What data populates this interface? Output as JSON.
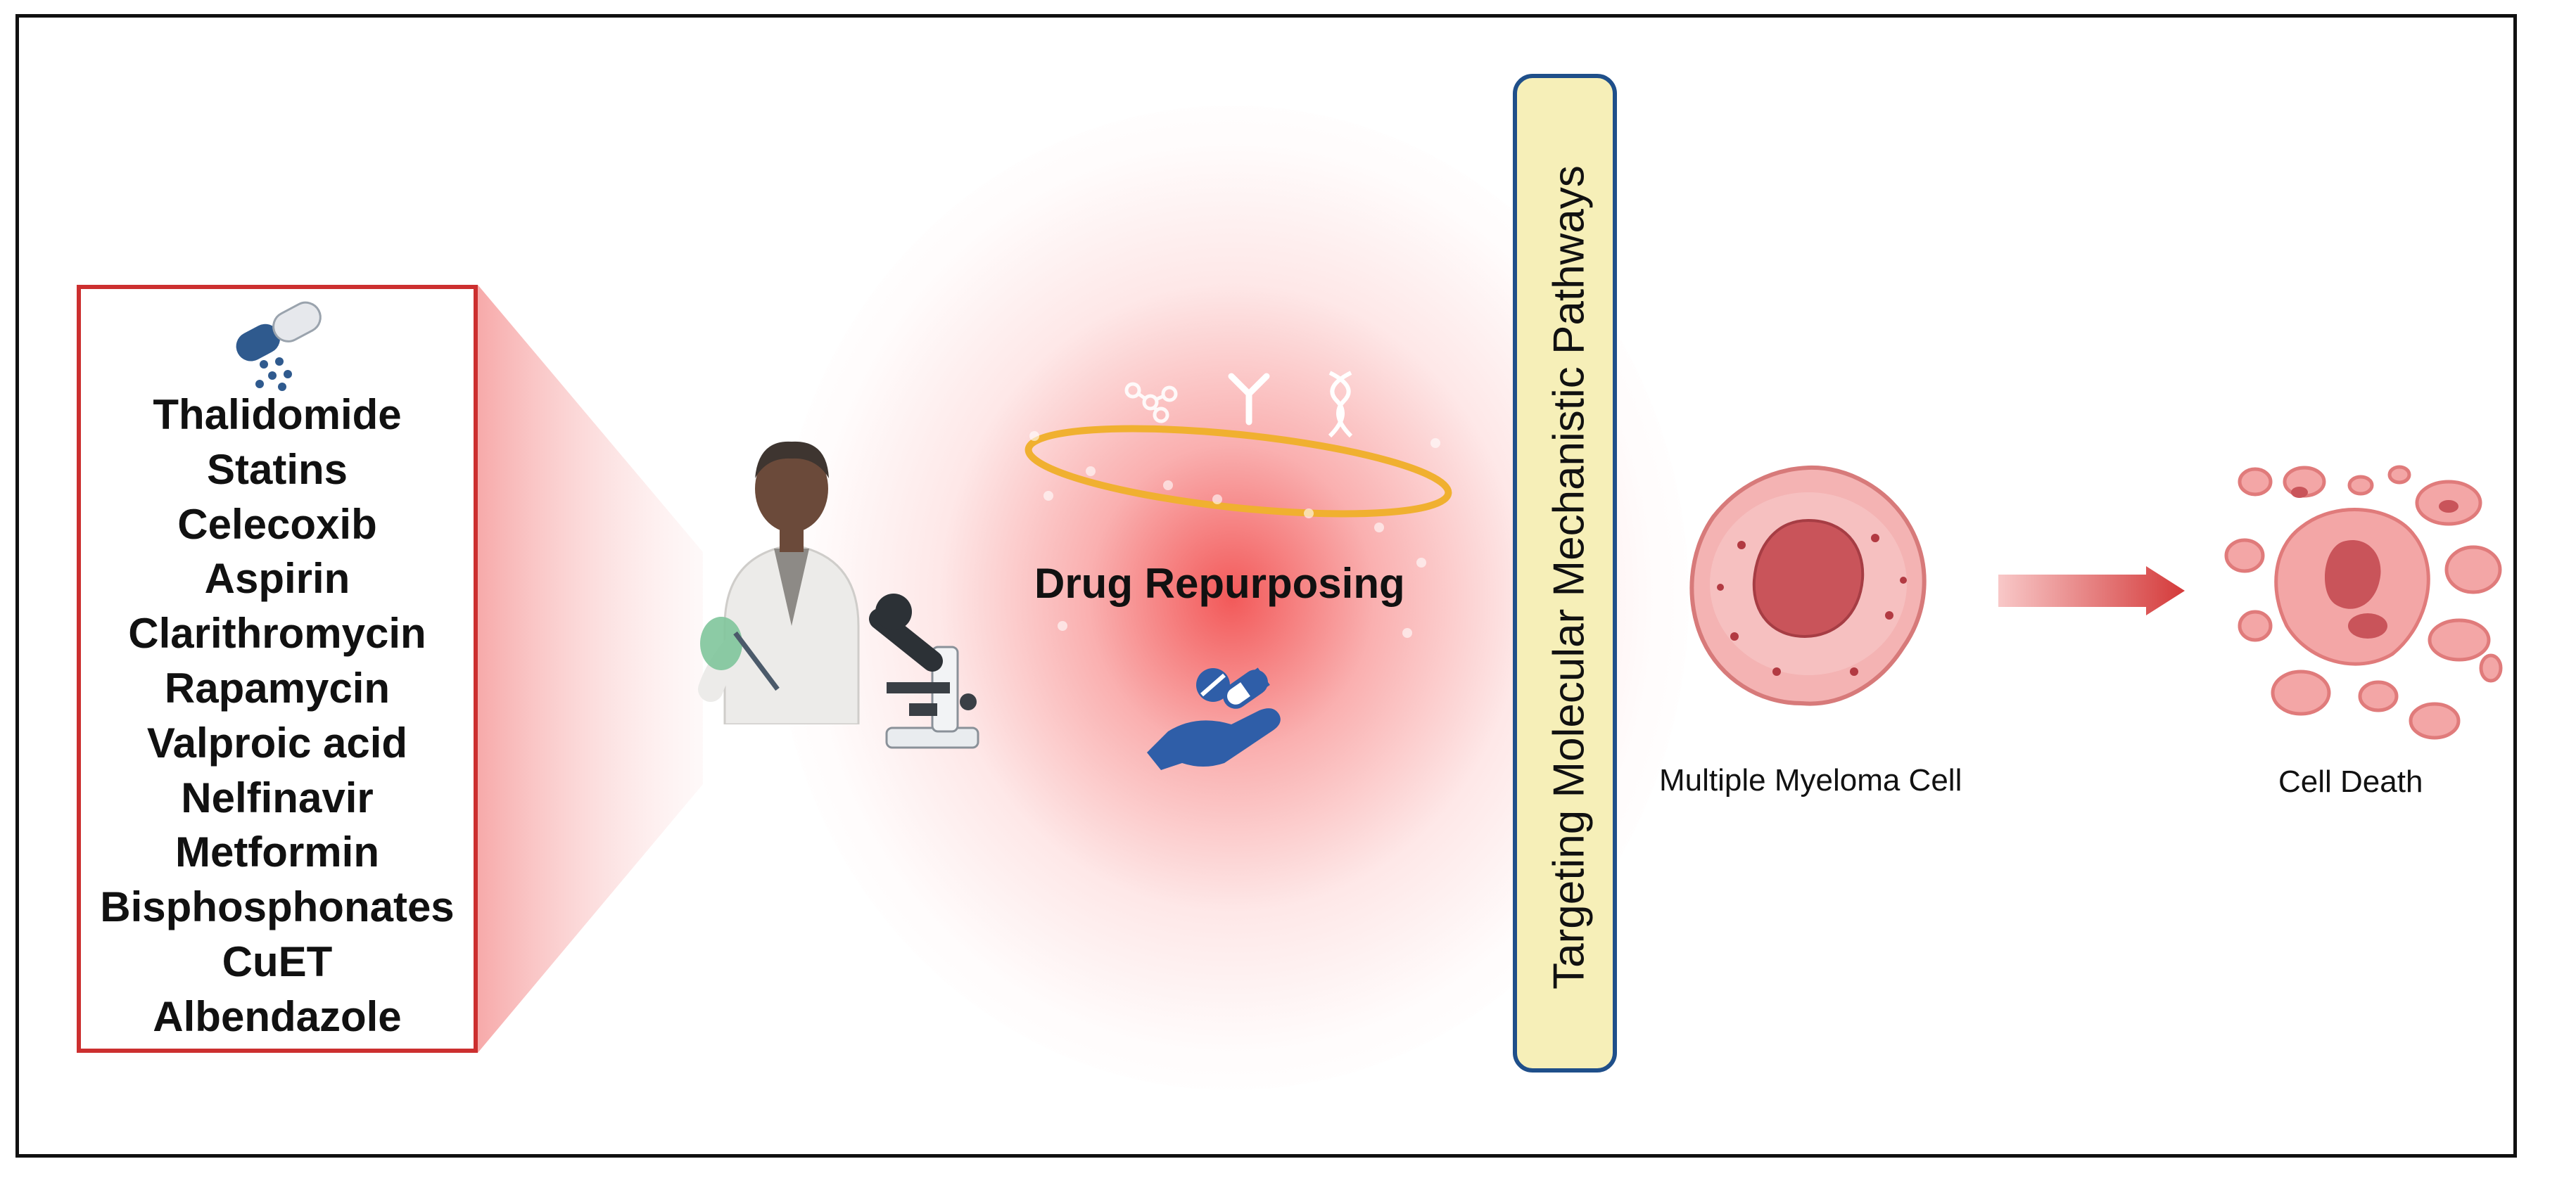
{
  "drug_list": {
    "items": [
      "Thalidomide",
      "Statins",
      "Celecoxib",
      "Aspirin",
      "Clarithromycin",
      "Rapamycin",
      "Valproic acid",
      "Nelfinavir",
      "Metformin",
      "Bisphosphonates",
      "CuET",
      "Albendazole"
    ]
  },
  "center": {
    "title": "Drug Repurposing"
  },
  "pathway": {
    "label": "Targeting Molecular Mechanistic Pathways"
  },
  "cells": {
    "myeloma_label": "Multiple Myeloma Cell",
    "death_label": "Cell Death"
  },
  "colors": {
    "box_border": "#cc2f2f",
    "glow": "#f03c3c",
    "pathway_fill": "#f6efb8",
    "pathway_border": "#1f4f8a",
    "hand": "#2f5ea8",
    "orbit": "#f0b030"
  },
  "icons": [
    "capsule-icon",
    "scientist-icon",
    "microscope-icon",
    "molecule-icon",
    "antibody-icon",
    "dna-icon",
    "hand-with-pills-icon",
    "myeloma-cell-icon",
    "arrow-right-icon",
    "apoptotic-cell-icon"
  ]
}
